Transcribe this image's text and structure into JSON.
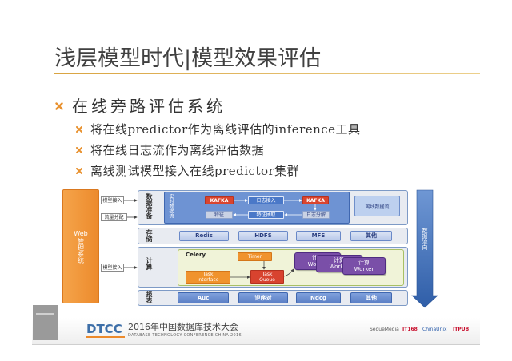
{
  "slide": {
    "title": "浅层模型时代|模型效果评估",
    "main_bullet": "在线旁路评估系统",
    "sub_bullets": [
      "将在线predictor作为离线评估的inference工具",
      "将在线日志流作为离线评估数据",
      "离线测试模型接入在线predictor集群"
    ]
  },
  "colors": {
    "title_rule": "#d9a441",
    "bullet_orange": "#e8912e",
    "web_box_orange": "#f29a3a",
    "diagram_blue": "#6e93d3",
    "kafka_red": "#d9452f",
    "timer_orange": "#f0932d",
    "worker_purple": "#7a4fa8",
    "flow_arrow_blue": "#4f7fc0"
  },
  "icons": {
    "bullet": "x-mark-icon",
    "connector": "arrow-right-icon",
    "flow": "arrow-down-icon"
  },
  "diagram": {
    "web_system": {
      "label_en": "Web",
      "label_cn": "管理系统"
    },
    "web_links": [
      "模型接入",
      "流量分配",
      "模型接入"
    ],
    "data_prep": {
      "label": "数据准备",
      "stream_label": "实时数据流",
      "kafka_1": "KAFKA",
      "log_access": "日志接入",
      "kafka_2": "KAFKA",
      "log_split": "日志分解",
      "feature_extract": "特征抽取",
      "feature": "特征",
      "offline": "离线数据流"
    },
    "storage": {
      "label": "存储",
      "items": [
        "Redis",
        "HDFS",
        "MFS",
        "其他"
      ]
    },
    "compute": {
      "label": "计算",
      "celery": "Celery",
      "timer": "Timer",
      "task_interface": {
        "line1": "Task",
        "line2": "Interface"
      },
      "task_queue": {
        "line1": "Task",
        "line2": "Queue"
      },
      "workers": [
        {
          "line1": "计算",
          "line2": "Worker"
        },
        {
          "line1": "计算",
          "line2": "Worker"
        },
        {
          "line1": "计算",
          "line2": "Worker"
        }
      ]
    },
    "report": {
      "label": "报表",
      "items": [
        "Auc",
        "逆序对",
        "Ndcg",
        "其他"
      ]
    },
    "flow_direction": "数据流向"
  },
  "footer": {
    "logo": "DTCC",
    "conference_cn": "2016年中国数据库技术大会",
    "conference_en": "DATABASE TECHNOLOGY CONFERENCE CHINA 2016",
    "sponsors": [
      "SequeMedia",
      "IT168",
      "ChinaUnix",
      "ITPUB"
    ]
  }
}
